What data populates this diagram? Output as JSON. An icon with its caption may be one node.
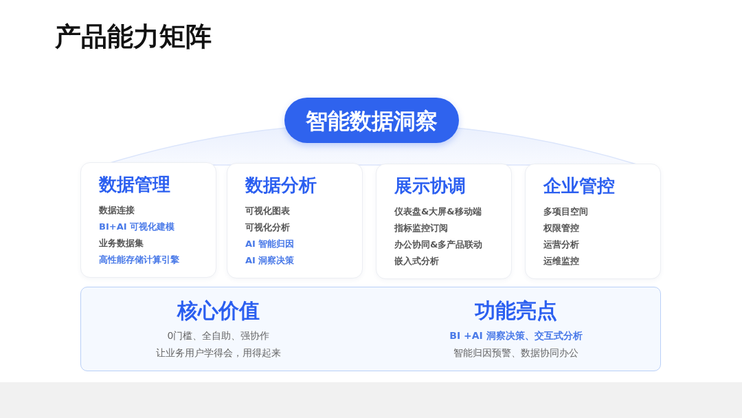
{
  "diagram": {
    "title": "产品能力矩阵",
    "nodes": [
      {
        "text": [
          "智能数据洞察"
        ]
      },
      {
        "text": [
          "数据管理",
          "数据连接",
          "BI+AI 可视化建模",
          "业务数据集",
          "高性能存储计算引擎"
        ]
      },
      {
        "text": [
          "数据分析",
          "可视化图表",
          "可视化分析",
          "AI 智能归因",
          "AI 洞察决策"
        ]
      },
      {
        "text": [
          "展示协调",
          "仪表盘&大屏&移动端",
          "指标监控订阅",
          "办公协同&多产品联动",
          "嵌入式分析"
        ]
      },
      {
        "text": [
          "企业管控",
          "多项目空间",
          "权限管控",
          "运营分析",
          "运维监控"
        ]
      },
      {
        "text": [
          "核心价值",
          "0门槛、全自助、强协作",
          "让业务用户学得会，用得起来",
          "功能亮点",
          "BI +AI 洞察决策、交互式分析",
          "智能归因预警、数据协同办公"
        ]
      }
    ]
  }
}
